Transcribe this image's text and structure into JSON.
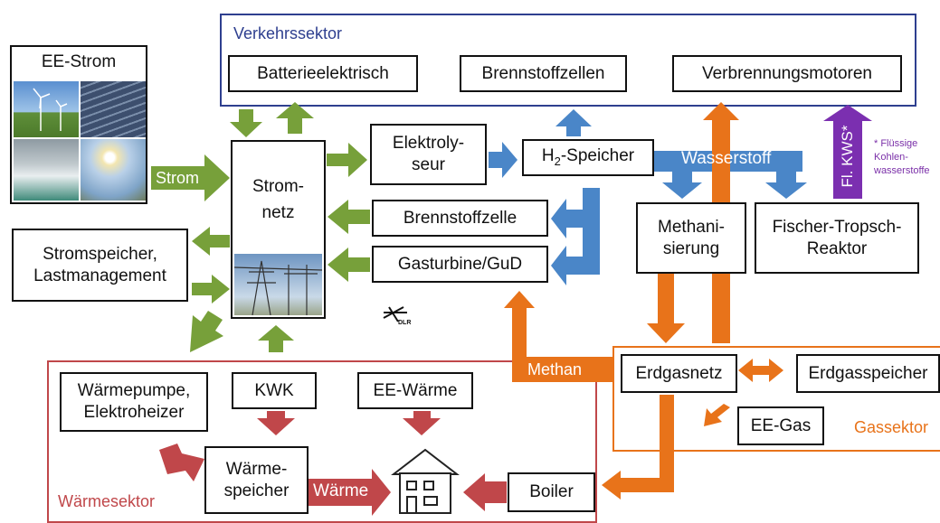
{
  "colors": {
    "green": "#77a03a",
    "blue": "#4a86c8",
    "orange": "#e8731a",
    "red": "#c0474a",
    "purple": "#7b2fb0",
    "verkehr_border": "#2e3f8f",
    "waerme_border": "#c0474a",
    "gas_border": "#e8731a"
  },
  "sectors": {
    "verkehr": "Verkehrssektor",
    "waerme": "Wärmesektor",
    "gas": "Gassektor"
  },
  "boxes": {
    "ee_strom": "EE-Strom",
    "batterie": "Batterieelektrisch",
    "brennstoffzellen": "Brennstoffzellen",
    "verbrennung": "Verbrennungsmotoren",
    "stromnetz_1": "Strom-",
    "stromnetz_2": "netz",
    "elektrolyseur_1": "Elektroly-",
    "elektrolyseur_2": "seur",
    "h2_prefix": "H",
    "h2_sub": "2",
    "h2_suffix": "-Speicher",
    "brennstoffzelle": "Brennstoffzelle",
    "gasturbine": "Gasturbine/GuD",
    "stromspeicher_1": "Stromspeicher,",
    "stromspeicher_2": "Lastmanagement",
    "methan_1": "Methani-",
    "methan_2": "sierung",
    "fischer_1": "Fischer-Tropsch-",
    "fischer_2": "Reaktor",
    "waermepumpe_1": "Wärmepumpe,",
    "waermepumpe_2": "Elektroheizer",
    "kwk": "KWK",
    "ee_waerme": "EE-Wärme",
    "waermespeicher_1": "Wärme-",
    "waermespeicher_2": "speicher",
    "erdgasnetz": "Erdgasnetz",
    "erdgasspeicher": "Erdgasspeicher",
    "ee_gas": "EE-Gas",
    "boiler": "Boiler"
  },
  "arrow_labels": {
    "strom": "Strom",
    "wasserstoff": "Wasserstoff",
    "methan": "Methan",
    "waerme": "Wärme",
    "fl_kws": "Fl. KWS*"
  },
  "note": {
    "line1": "* Flüssige",
    "line2": "Kohlen-",
    "line3": "wasserstoffe"
  },
  "logo": {
    "text": "DLR",
    "icon": "dlr-logo-icon"
  }
}
